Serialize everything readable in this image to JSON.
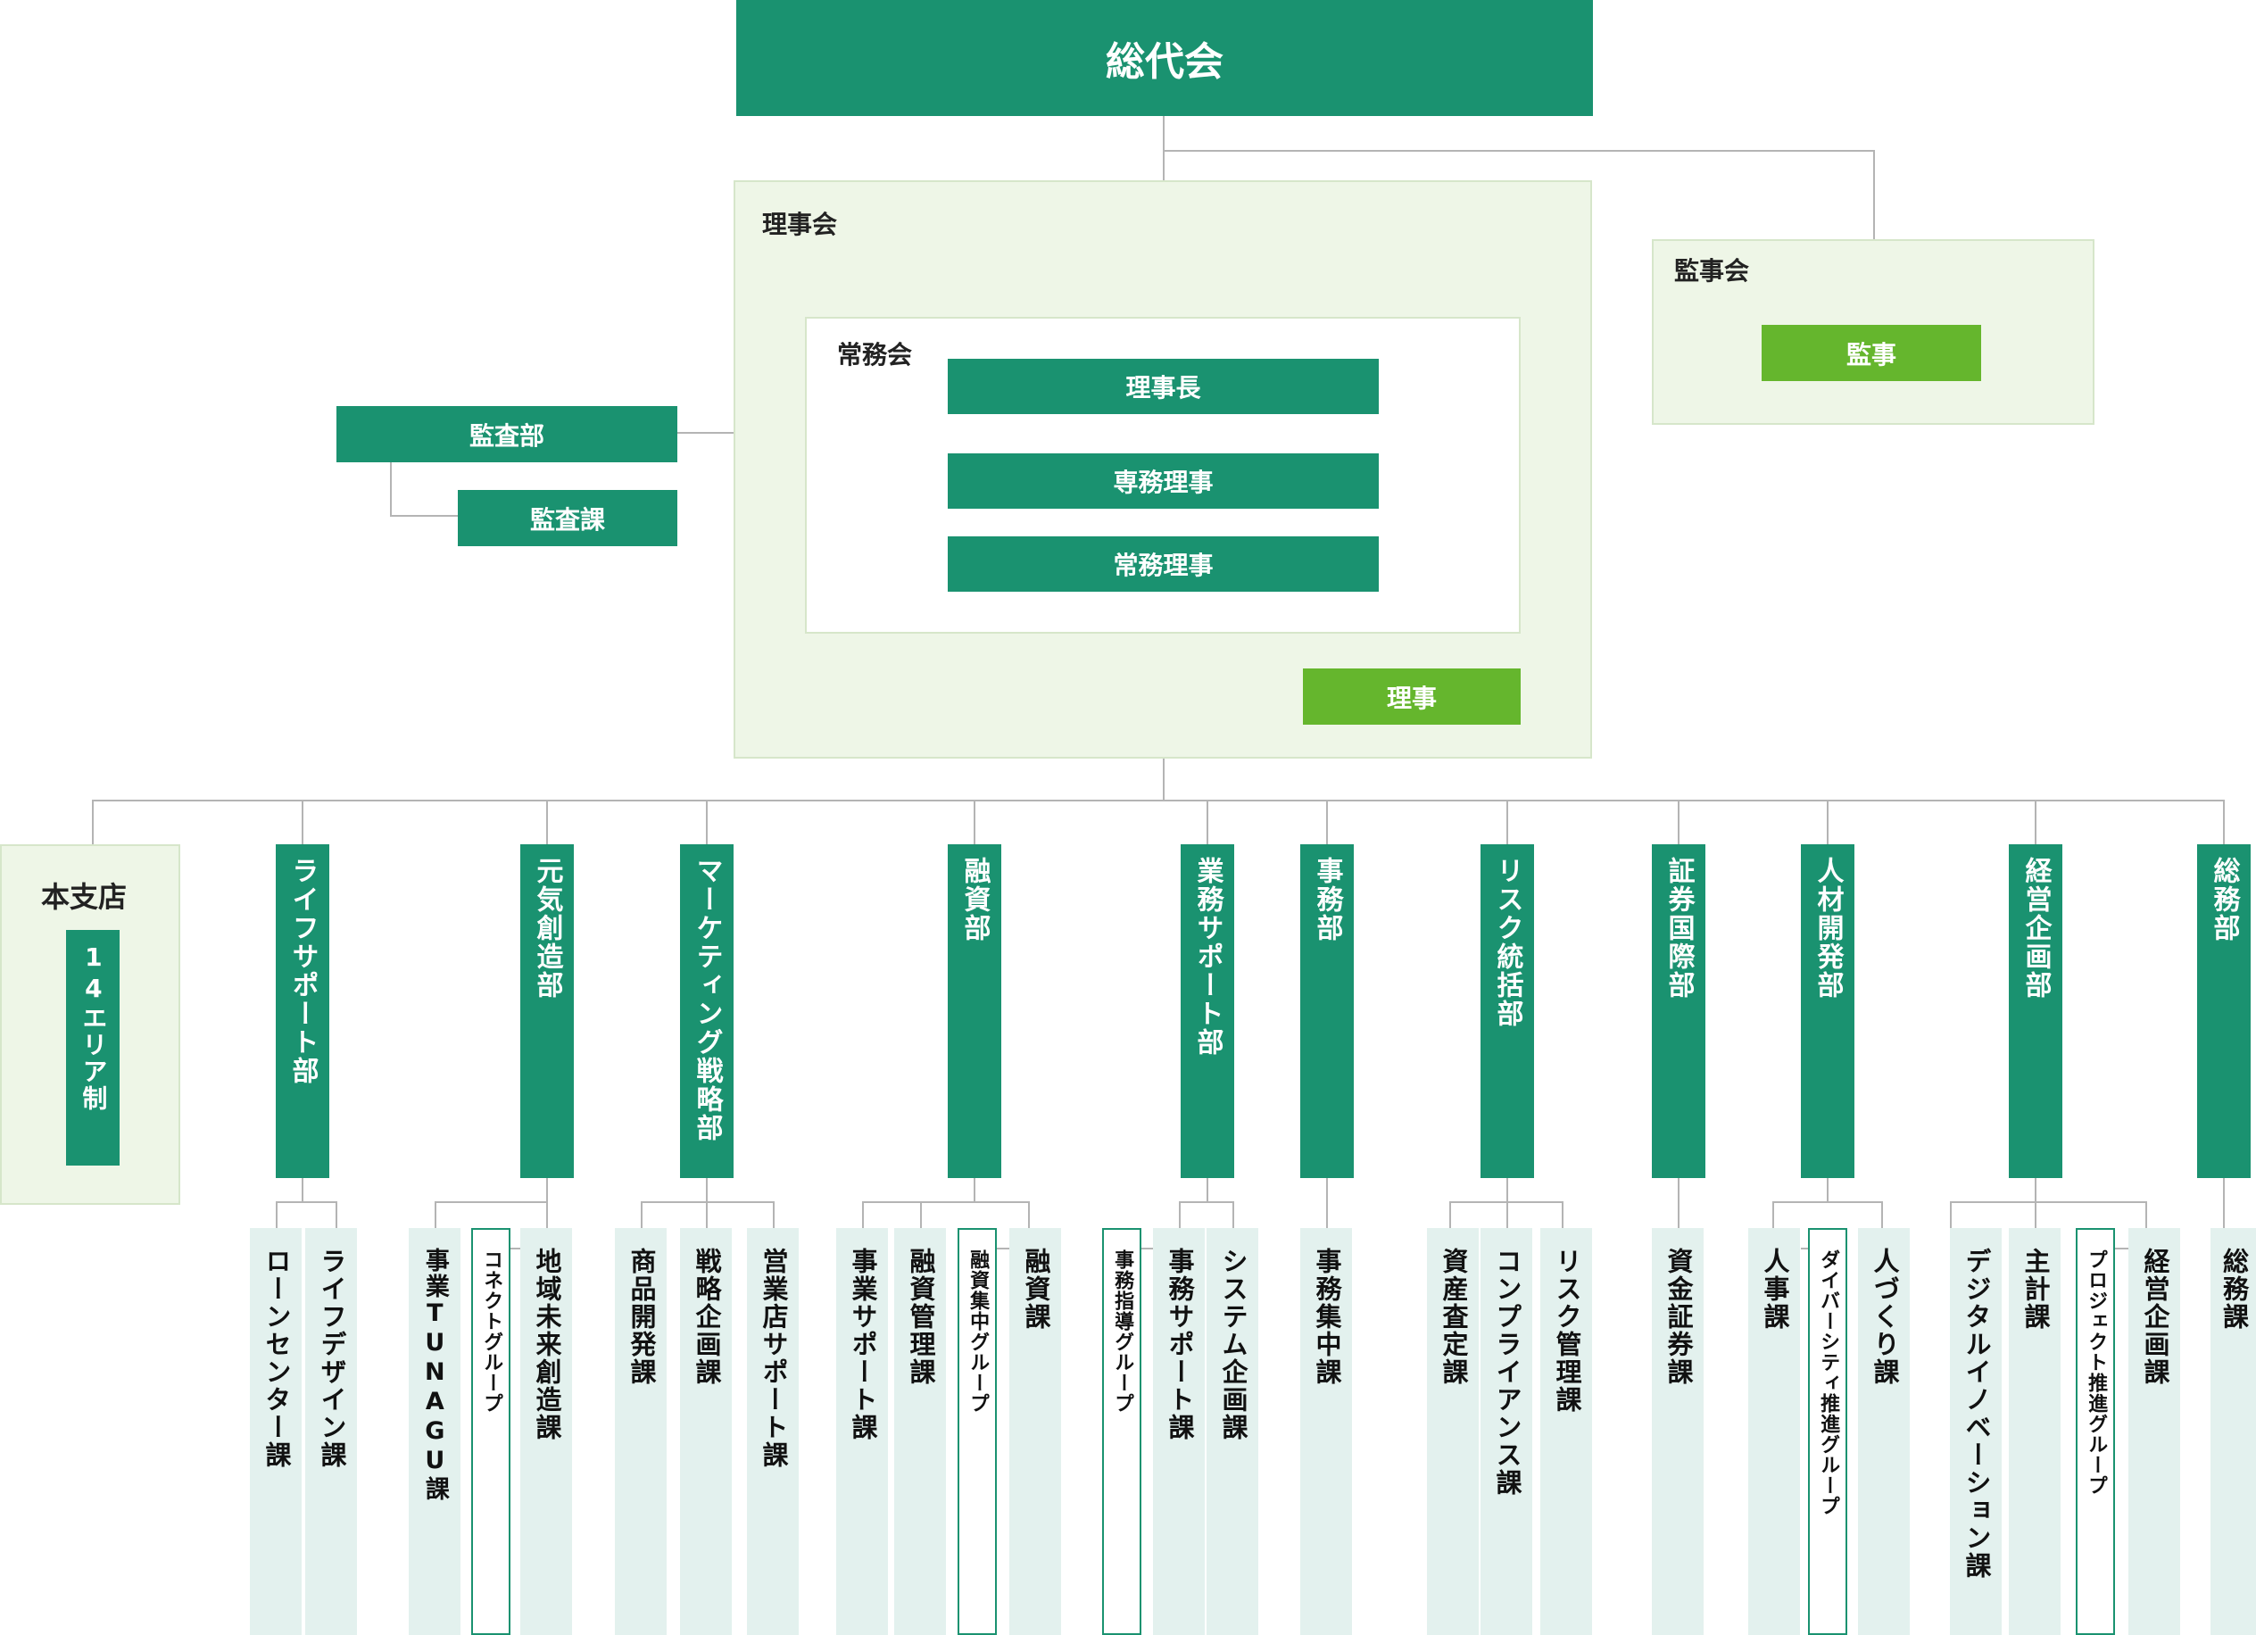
{
  "top": {
    "label": "総代会"
  },
  "board": {
    "title": "理事会",
    "riji_label": "理事"
  },
  "executive": {
    "title": "常務会",
    "chairman": "理事長",
    "senior_director": "専務理事",
    "managing_director": "常務理事"
  },
  "audit_board": {
    "title": "監事会",
    "auditor": "監事"
  },
  "audit_dept": {
    "label": "監査部",
    "section": "監査課"
  },
  "branches": {
    "title": "本支店",
    "area": "14エリア制"
  },
  "departments": [
    {
      "name": "ライフサポート部",
      "sections": [
        "ローンセンター課",
        "ライフデザイン課"
      ]
    },
    {
      "name": "元気創造部",
      "sections": [
        "事業TUNAGU課",
        "コネクトグループ",
        "地域未来創造課"
      ]
    },
    {
      "name": "マーケティング戦略部",
      "sections": [
        "商品開発課",
        "戦略企画課",
        "営業店サポート課"
      ]
    },
    {
      "name": "融資部",
      "sections": [
        "事業サポート課",
        "融資管理課",
        "融資集中グループ",
        "融資課"
      ]
    },
    {
      "name": "業務サポート部",
      "sections": [
        "事務指導グループ",
        "事務サポート課",
        "システム企画課"
      ]
    },
    {
      "name": "事務部",
      "sections": [
        "事務集中課"
      ]
    },
    {
      "name": "リスク統括部",
      "sections": [
        "資産査定課",
        "コンプライアンス課",
        "リスク管理課"
      ]
    },
    {
      "name": "証券国際部",
      "sections": [
        "資金証券課"
      ]
    },
    {
      "name": "人材開発部",
      "sections": [
        "人事課",
        "ダイバーシティ推進グループ",
        "人づくり課"
      ]
    },
    {
      "name": "経営企画部",
      "sections": [
        "デジタルイノベーション課",
        "主計課",
        "プロジェクト推進グループ",
        "経営企画課"
      ]
    },
    {
      "name": "総務部",
      "sections": [
        "総務課"
      ]
    }
  ],
  "colors": {
    "primary_green": "#1a9270",
    "accent_green": "#65b62d",
    "pane_bg": "#eef6e7",
    "section_bg": "#e3f1ee",
    "connector": "#b4b4b4"
  }
}
